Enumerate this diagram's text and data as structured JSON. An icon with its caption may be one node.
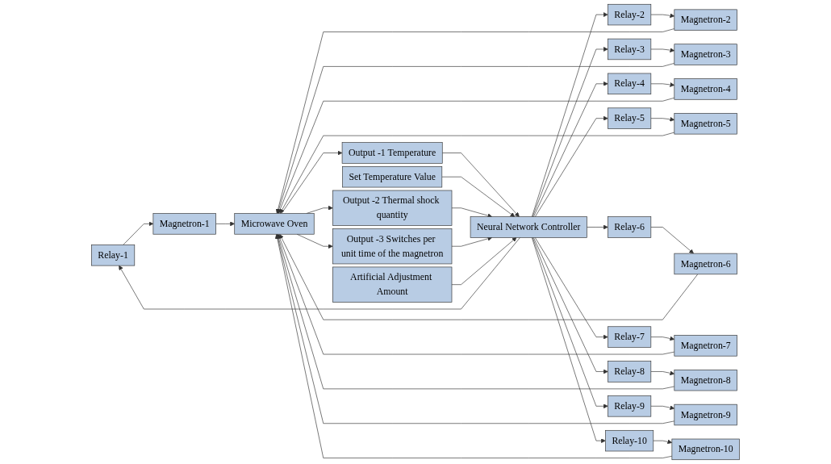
{
  "diagram": {
    "nodes": [
      {
        "text": [
          "Relay-1"
        ]
      },
      {
        "text": [
          "Magnetron-1"
        ]
      },
      {
        "text": [
          "Relay-2"
        ]
      },
      {
        "text": [
          "Magnetron-2"
        ]
      },
      {
        "text": [
          "Relay-3"
        ]
      },
      {
        "text": [
          "Magnetron-3"
        ]
      },
      {
        "text": [
          "Relay-4"
        ]
      },
      {
        "text": [
          "Magnetron-4"
        ]
      },
      {
        "text": [
          "Relay-5"
        ]
      },
      {
        "text": [
          "Magnetron-5"
        ]
      },
      {
        "text": [
          "Relay-6"
        ]
      },
      {
        "text": [
          "Magnetron-6"
        ]
      },
      {
        "text": [
          "Relay-7"
        ]
      },
      {
        "text": [
          "Magnetron-7"
        ]
      },
      {
        "text": [
          "Relay-8"
        ]
      },
      {
        "text": [
          "Magnetron-8"
        ]
      },
      {
        "text": [
          "Relay-9"
        ]
      },
      {
        "text": [
          "Magnetron-9"
        ]
      },
      {
        "text": [
          "Relay-10"
        ]
      },
      {
        "text": [
          "Magnetron-10"
        ]
      },
      {
        "text": [
          "Microwave Oven"
        ]
      },
      {
        "text": [
          "Output -1 Temperature"
        ]
      },
      {
        "text": [
          "Set Temperature Value"
        ]
      },
      {
        "text": [
          "Output -3 Switches per unit time of the magnetron"
        ]
      },
      {
        "text": [
          "Output -2 Thermal shock quantity"
        ]
      },
      {
        "text": [
          "Neural Network Controller"
        ]
      },
      {
        "text": [
          "Artificial Adjustment Amount"
        ]
      }
    ],
    "edges": [
      {
        "from": 25,
        "to": 0,
        "arrow": "to"
      },
      {
        "from": 25,
        "to": 2,
        "arrow": "to"
      },
      {
        "from": 25,
        "to": 4,
        "arrow": "to"
      },
      {
        "from": 25,
        "to": 6,
        "arrow": "to"
      },
      {
        "from": 25,
        "to": 8,
        "arrow": "to"
      },
      {
        "from": 25,
        "to": 10,
        "arrow": "to"
      },
      {
        "from": 25,
        "to": 12,
        "arrow": "to"
      },
      {
        "from": 25,
        "to": 14,
        "arrow": "to"
      },
      {
        "from": 25,
        "to": 16,
        "arrow": "to"
      },
      {
        "from": 25,
        "to": 18,
        "arrow": "to"
      },
      {
        "from": 0,
        "to": 1,
        "arrow": "to"
      },
      {
        "from": 2,
        "to": 3,
        "arrow": "to"
      },
      {
        "from": 4,
        "to": 5,
        "arrow": "to"
      },
      {
        "from": 6,
        "to": 7,
        "arrow": "to"
      },
      {
        "from": 8,
        "to": 9,
        "arrow": "to"
      },
      {
        "from": 10,
        "to": 11,
        "arrow": "to"
      },
      {
        "from": 12,
        "to": 13,
        "arrow": "to"
      },
      {
        "from": 14,
        "to": 15,
        "arrow": "to"
      },
      {
        "from": 16,
        "to": 17,
        "arrow": "to"
      },
      {
        "from": 18,
        "to": 19,
        "arrow": "to"
      },
      {
        "from": 1,
        "to": 20,
        "arrow": "to"
      },
      {
        "from": 3,
        "to": 20,
        "arrow": "to"
      },
      {
        "from": 5,
        "to": 20,
        "arrow": "to"
      },
      {
        "from": 7,
        "to": 20,
        "arrow": "to"
      },
      {
        "from": 9,
        "to": 20,
        "arrow": "to"
      },
      {
        "from": 11,
        "to": 20,
        "arrow": "to"
      },
      {
        "from": 13,
        "to": 20,
        "arrow": "to"
      },
      {
        "from": 15,
        "to": 20,
        "arrow": "to"
      },
      {
        "from": 17,
        "to": 20,
        "arrow": "to"
      },
      {
        "from": 19,
        "to": 20,
        "arrow": "to"
      },
      {
        "from": 20,
        "to": 21,
        "arrow": "to"
      },
      {
        "from": 20,
        "to": 23,
        "arrow": "to"
      },
      {
        "from": 20,
        "to": 24,
        "arrow": "to"
      },
      {
        "from": 21,
        "to": 25,
        "arrow": "to"
      },
      {
        "from": 22,
        "to": 25,
        "arrow": "to"
      },
      {
        "from": 24,
        "to": 25,
        "arrow": "to"
      },
      {
        "from": 23,
        "to": 25,
        "arrow": "to"
      },
      {
        "from": 26,
        "to": 25,
        "arrow": "to"
      }
    ]
  }
}
